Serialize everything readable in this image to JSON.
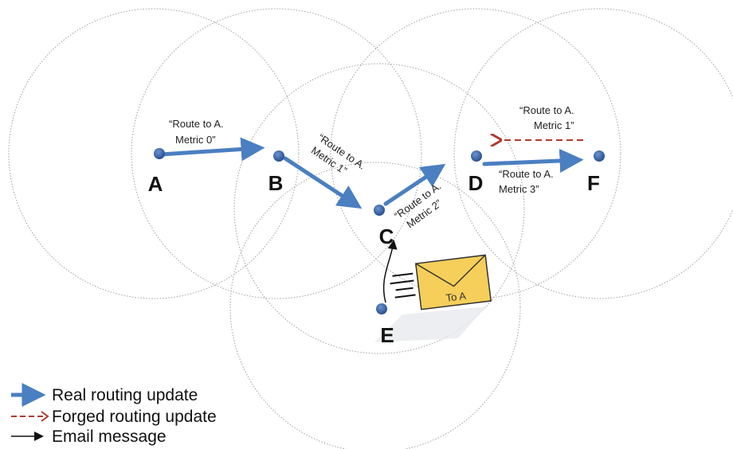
{
  "nodes": {
    "A": "A",
    "B": "B",
    "C": "C",
    "D": "D",
    "E": "E",
    "F": "F"
  },
  "edge_labels": {
    "a_to_b": [
      "“Route to A.",
      "Metric 0”"
    ],
    "b_to_c": [
      "“Route to A.",
      "Metric 1”"
    ],
    "c_to_d": [
      "“Route to A.",
      "Metric 2”"
    ],
    "d_to_f": [
      "“Route to A.",
      "Metric 3”"
    ],
    "f_to_d_forged": [
      "“Route to A.",
      "Metric 1”"
    ]
  },
  "envelope": {
    "label": "To A"
  },
  "legend": {
    "real": "Real routing update",
    "forged": "Forged routing update",
    "email": "Email message"
  },
  "colors": {
    "real_arrow": "#4a7fc1",
    "forged_arrow": "#b03a2e",
    "email_arrow": "#111111",
    "node": "#2f5b9a",
    "range_circle": "#9a9a9a",
    "envelope_fill": "#f5cf5a"
  }
}
